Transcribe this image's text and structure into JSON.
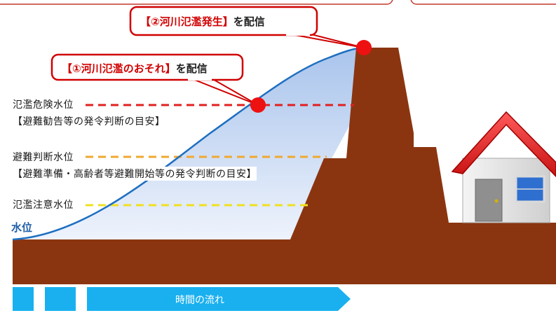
{
  "callouts": {
    "second": {
      "accent": "【②河川氾濫発生】",
      "suffix": "を配信"
    },
    "first": {
      "accent": "【①河川氾濫のおそれ】",
      "suffix": "を配信"
    }
  },
  "levels": {
    "flood_danger": {
      "label": "氾濫危険水位",
      "note": "【避難勧告等の発令判断の目安】",
      "color": "#e02020"
    },
    "evacuation_judgment": {
      "label": "避難判断水位",
      "note": "【避難準備・高齢者等避難開始等の発令判断の目安】",
      "color": "#f0a830"
    },
    "flood_warning": {
      "label": "氾濫注意水位",
      "color": "#f0e020"
    }
  },
  "water_level_label": "水位",
  "timeline": {
    "label": "時間の流れ",
    "color": "#1ab0ef"
  },
  "colors": {
    "ground": "#8b3510",
    "water_top": "#a9c4ec",
    "water_bottom": "#e7eefb",
    "curve": "#1e6fc0",
    "callout_border": "#d00000"
  }
}
